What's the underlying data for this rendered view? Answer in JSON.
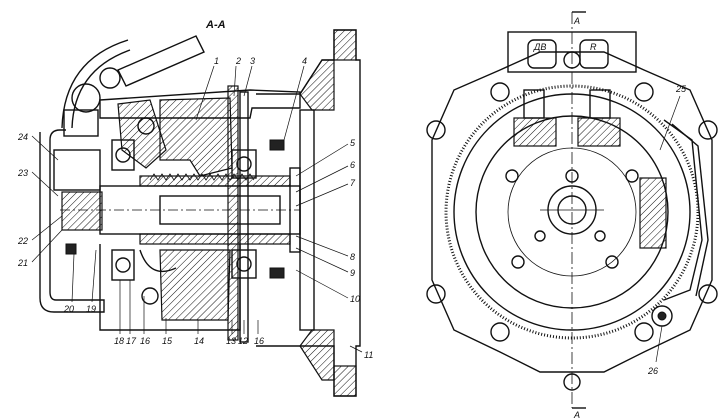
{
  "section_title": "А-А",
  "cut_letter_top": "А",
  "cut_letter_bottom": "А",
  "terminal_left": "ДВ",
  "terminal_right": "R",
  "labels": {
    "n1": "1",
    "n2": "2",
    "n3": "3",
    "n4": "4",
    "n5": "5",
    "n6": "6",
    "n7": "7",
    "n8": "8",
    "n9": "9",
    "n10": "10",
    "n11": "11",
    "n12": "12",
    "n13": "13",
    "n14": "14",
    "n15": "15",
    "n16a": "16",
    "n16b": "16",
    "n17": "17",
    "n18": "18",
    "n19": "19",
    "n20": "20",
    "n21": "21",
    "n22": "22",
    "n23": "23",
    "n24": "24",
    "n25": "25",
    "n26": "26"
  }
}
